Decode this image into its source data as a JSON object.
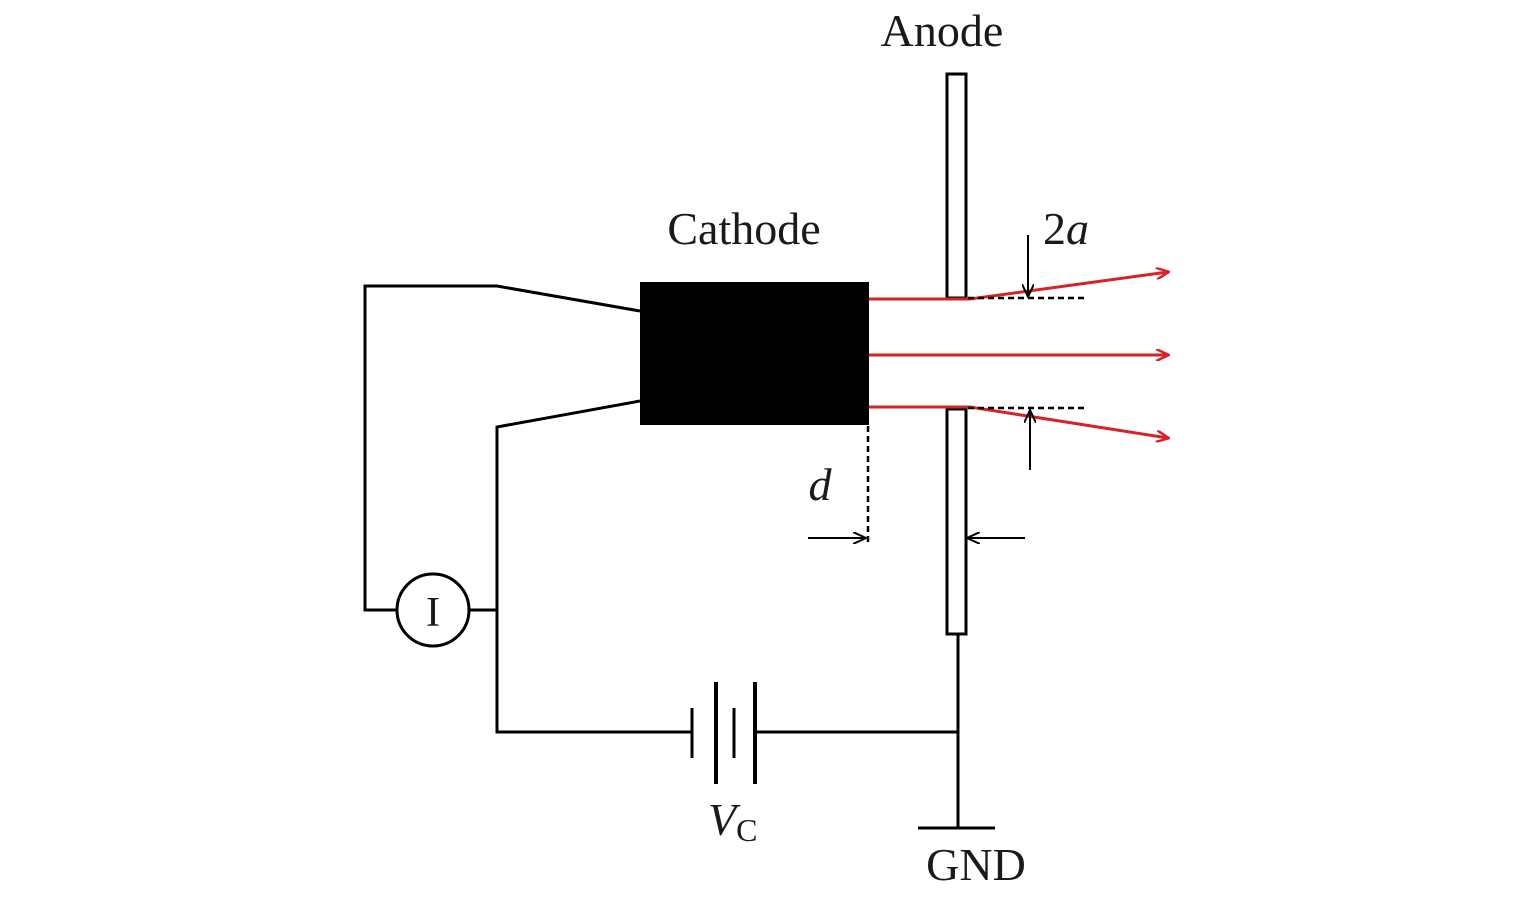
{
  "labels": {
    "anode": "Anode",
    "cathode": "Cathode",
    "aperture_num": "2",
    "aperture_var": "a",
    "gap": "d",
    "meter": "I",
    "voltage_main": "V",
    "voltage_sub": "C",
    "ground": "GND"
  },
  "colors": {
    "beam": "#d62228",
    "wire": "#000000",
    "cathode_fill": "#000000"
  }
}
